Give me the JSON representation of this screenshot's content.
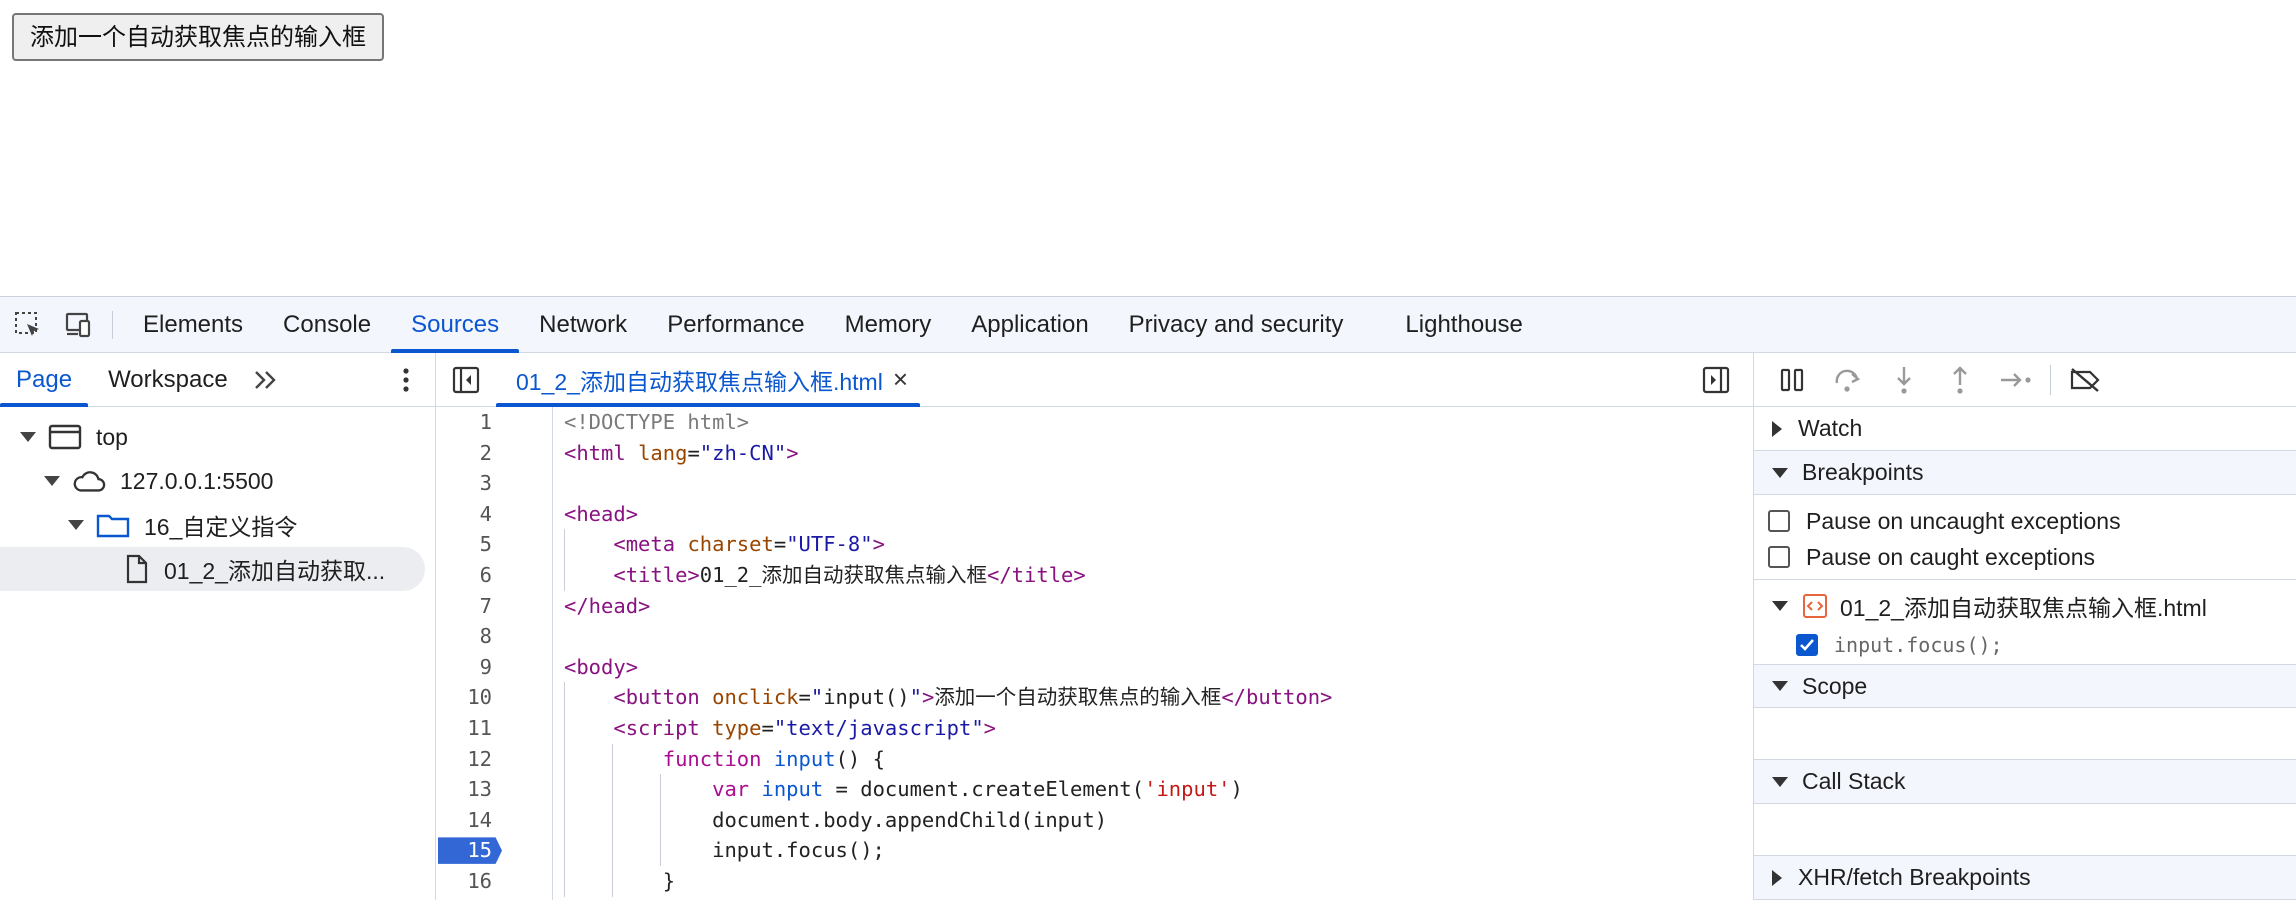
{
  "page": {
    "button_label": "添加一个自动获取焦点的输入框"
  },
  "devtools": {
    "main_tabs": [
      "Elements",
      "Console",
      "Sources",
      "Network",
      "Performance",
      "Memory",
      "Application",
      "Privacy and security",
      "Lighthouse"
    ],
    "active_main_tab": "Sources",
    "navigator": {
      "tabs": [
        "Page",
        "Workspace"
      ],
      "tree": [
        {
          "label": "top",
          "icon": "frame-icon"
        },
        {
          "label": "127.0.0.1:5500",
          "icon": "cloud-icon"
        },
        {
          "label": "16_自定义指令",
          "icon": "folder-icon"
        },
        {
          "label": "01_2_添加自动获取...",
          "icon": "file-icon"
        }
      ]
    },
    "editor": {
      "file_tab": "01_2_添加自动获取焦点输入框.html",
      "breakpoint_line": 15,
      "line_numbers": [
        "1",
        "2",
        "3",
        "4",
        "5",
        "6",
        "7",
        "8",
        "9",
        "10",
        "11",
        "12",
        "13",
        "14",
        "15",
        "16"
      ]
    },
    "sidebar": {
      "watch": "Watch",
      "breakpoints": "Breakpoints",
      "pause_uncaught": "Pause on uncaught exceptions",
      "pause_caught": "Pause on caught exceptions",
      "bp_file": "01_2_添加自动获取焦点输入框.html",
      "bp_code": "input.focus();",
      "scope": "Scope",
      "call_stack": "Call Stack",
      "xhr": "XHR/fetch Breakpoints"
    },
    "colors": {
      "accent": "#0b57d0",
      "breakpoint": "#3367d6",
      "toolbar_bg": "#f3f6fc"
    }
  }
}
